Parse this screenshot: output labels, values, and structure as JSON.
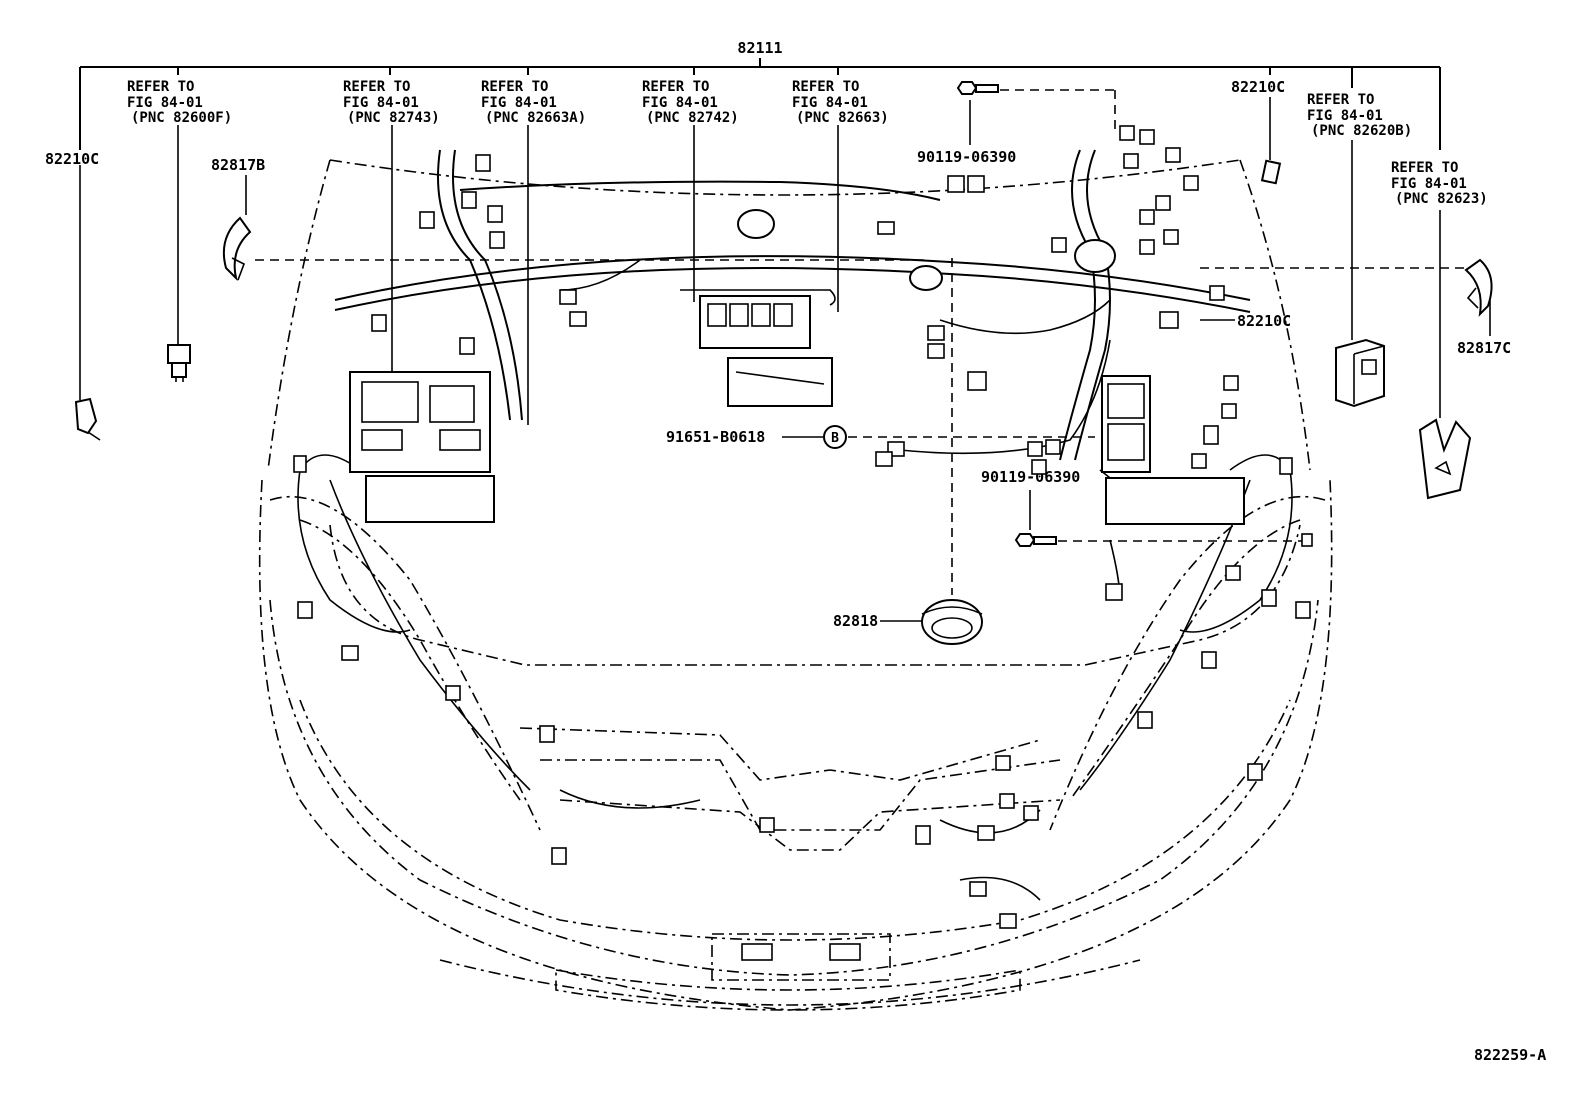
{
  "diagram": {
    "main_part": "82111",
    "figure_code": "822259-A",
    "refer": {
      "r1": {
        "line1": "REFER TO",
        "line2": "FIG 84-01",
        "line3": "(PNC 82600F)"
      },
      "r2": {
        "line1": "REFER TO",
        "line2": "FIG 84-01",
        "line3": "(PNC 82743)"
      },
      "r3": {
        "line1": "REFER TO",
        "line2": "FIG 84-01",
        "line3": "(PNC 82663A)"
      },
      "r4": {
        "line1": "REFER TO",
        "line2": "FIG 84-01",
        "line3": "(PNC 82742)"
      },
      "r5": {
        "line1": "REFER TO",
        "line2": "FIG 84-01",
        "line3": "(PNC 82663)"
      },
      "r6": {
        "line1": "REFER TO",
        "line2": "FIG 84-01",
        "line3": "(PNC 82620B)"
      },
      "r7": {
        "line1": "REFER TO",
        "line2": "FIG 84-01",
        "line3": "(PNC 82623)"
      }
    },
    "parts": {
      "p82210c_left": "82210C",
      "p82210c_right": "82210C",
      "p82210c_mid": "82210C",
      "p82817b": "82817B",
      "p82817c": "82817C",
      "p90119_top": "90119-06390",
      "p90119_mid": "90119-06390",
      "p91651": "91651-B0618",
      "p91651_marker": "B",
      "p82818": "82818"
    }
  }
}
